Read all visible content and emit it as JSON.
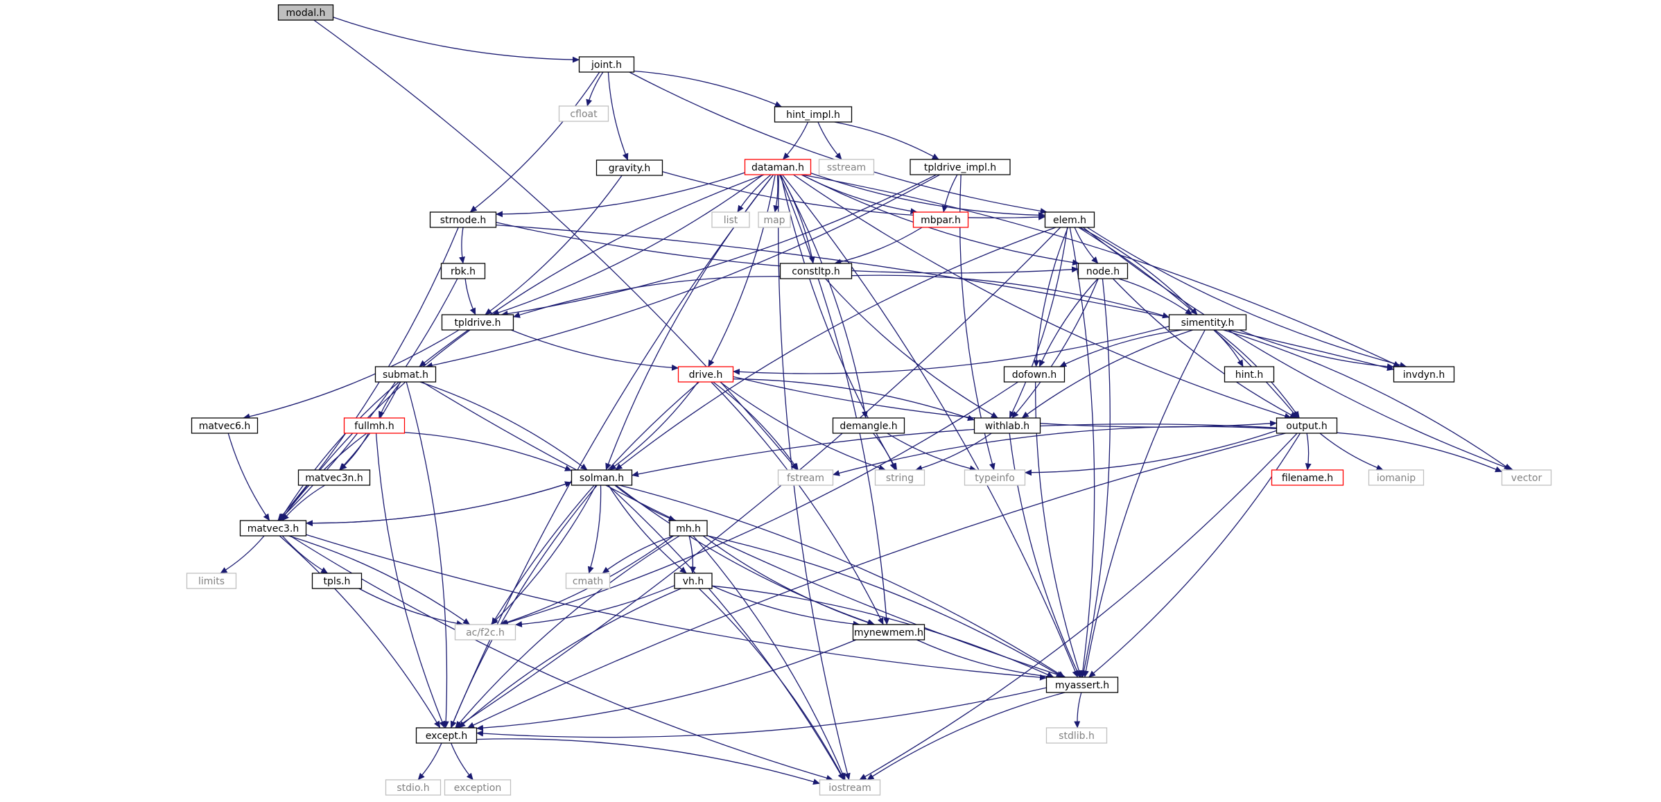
{
  "diagram": {
    "nodes": [
      {
        "id": "modal.h",
        "label": "modal.h",
        "kind": "root"
      },
      {
        "id": "joint.h",
        "label": "joint.h",
        "kind": "normal"
      },
      {
        "id": "cfloat",
        "label": "cfloat",
        "kind": "system"
      },
      {
        "id": "hint_impl.h",
        "label": "hint_impl.h",
        "kind": "normal"
      },
      {
        "id": "gravity.h",
        "label": "gravity.h",
        "kind": "normal"
      },
      {
        "id": "dataman.h",
        "label": "dataman.h",
        "kind": "truncated"
      },
      {
        "id": "sstream",
        "label": "sstream",
        "kind": "system"
      },
      {
        "id": "tpldrive_impl.h",
        "label": "tpldrive_impl.h",
        "kind": "normal"
      },
      {
        "id": "list",
        "label": "list",
        "kind": "system"
      },
      {
        "id": "map",
        "label": "map",
        "kind": "system"
      },
      {
        "id": "mbpar.h",
        "label": "mbpar.h",
        "kind": "truncated"
      },
      {
        "id": "strnode.h",
        "label": "strnode.h",
        "kind": "normal"
      },
      {
        "id": "elem.h",
        "label": "elem.h",
        "kind": "normal"
      },
      {
        "id": "rbk.h",
        "label": "rbk.h",
        "kind": "normal"
      },
      {
        "id": "constltp.h",
        "label": "constltp.h",
        "kind": "normal"
      },
      {
        "id": "node.h",
        "label": "node.h",
        "kind": "normal"
      },
      {
        "id": "tpldrive.h",
        "label": "tpldrive.h",
        "kind": "normal"
      },
      {
        "id": "simentity.h",
        "label": "simentity.h",
        "kind": "normal"
      },
      {
        "id": "submat.h",
        "label": "submat.h",
        "kind": "normal"
      },
      {
        "id": "drive.h",
        "label": "drive.h",
        "kind": "truncated"
      },
      {
        "id": "dofown.h",
        "label": "dofown.h",
        "kind": "normal"
      },
      {
        "id": "hint.h",
        "label": "hint.h",
        "kind": "normal"
      },
      {
        "id": "invdyn.h",
        "label": "invdyn.h",
        "kind": "normal"
      },
      {
        "id": "matvec6.h",
        "label": "matvec6.h",
        "kind": "normal"
      },
      {
        "id": "fullmh.h",
        "label": "fullmh.h",
        "kind": "truncated"
      },
      {
        "id": "demangle.h",
        "label": "demangle.h",
        "kind": "normal"
      },
      {
        "id": "withlab.h",
        "label": "withlab.h",
        "kind": "normal"
      },
      {
        "id": "output.h",
        "label": "output.h",
        "kind": "normal"
      },
      {
        "id": "matvec3n.h",
        "label": "matvec3n.h",
        "kind": "normal"
      },
      {
        "id": "solman.h",
        "label": "solman.h",
        "kind": "normal"
      },
      {
        "id": "fstream",
        "label": "fstream",
        "kind": "system"
      },
      {
        "id": "string",
        "label": "string",
        "kind": "system"
      },
      {
        "id": "typeinfo",
        "label": "typeinfo",
        "kind": "system"
      },
      {
        "id": "filename.h",
        "label": "filename.h",
        "kind": "truncated"
      },
      {
        "id": "iomanip",
        "label": "iomanip",
        "kind": "system"
      },
      {
        "id": "vector",
        "label": "vector",
        "kind": "system"
      },
      {
        "id": "matvec3.h",
        "label": "matvec3.h",
        "kind": "normal"
      },
      {
        "id": "mh.h",
        "label": "mh.h",
        "kind": "normal"
      },
      {
        "id": "limits",
        "label": "limits",
        "kind": "system"
      },
      {
        "id": "tpls.h",
        "label": "tpls.h",
        "kind": "normal"
      },
      {
        "id": "cmath",
        "label": "cmath",
        "kind": "system"
      },
      {
        "id": "vh.h",
        "label": "vh.h",
        "kind": "normal"
      },
      {
        "id": "ac/f2c.h",
        "label": "ac/f2c.h",
        "kind": "system"
      },
      {
        "id": "mynewmem.h",
        "label": "mynewmem.h",
        "kind": "normal"
      },
      {
        "id": "myassert.h",
        "label": "myassert.h",
        "kind": "normal"
      },
      {
        "id": "except.h",
        "label": "except.h",
        "kind": "normal"
      },
      {
        "id": "stdlib.h",
        "label": "stdlib.h",
        "kind": "system"
      },
      {
        "id": "stdio.h",
        "label": "stdio.h",
        "kind": "system"
      },
      {
        "id": "exception",
        "label": "exception",
        "kind": "system"
      },
      {
        "id": "iostream",
        "label": "iostream",
        "kind": "system"
      }
    ],
    "edges": [
      [
        "modal.h",
        "joint.h"
      ],
      [
        "modal.h",
        "fstream"
      ],
      [
        "joint.h",
        "cfloat"
      ],
      [
        "joint.h",
        "hint_impl.h"
      ],
      [
        "joint.h",
        "gravity.h"
      ],
      [
        "joint.h",
        "strnode.h"
      ],
      [
        "joint.h",
        "elem.h"
      ],
      [
        "hint_impl.h",
        "dataman.h"
      ],
      [
        "hint_impl.h",
        "sstream"
      ],
      [
        "hint_impl.h",
        "tpldrive_impl.h"
      ],
      [
        "tpldrive_impl.h",
        "mbpar.h"
      ],
      [
        "tpldrive_impl.h",
        "tpldrive.h"
      ],
      [
        "tpldrive_impl.h",
        "typeinfo"
      ],
      [
        "tpldrive_impl.h",
        "submat.h"
      ],
      [
        "gravity.h",
        "elem.h"
      ],
      [
        "gravity.h",
        "tpldrive.h"
      ],
      [
        "dataman.h",
        "list"
      ],
      [
        "dataman.h",
        "map"
      ],
      [
        "dataman.h",
        "mbpar.h"
      ],
      [
        "dataman.h",
        "strnode.h"
      ],
      [
        "dataman.h",
        "elem.h"
      ],
      [
        "dataman.h",
        "constltp.h"
      ],
      [
        "dataman.h",
        "node.h"
      ],
      [
        "dataman.h",
        "tpldrive.h"
      ],
      [
        "dataman.h",
        "submat.h"
      ],
      [
        "dataman.h",
        "drive.h"
      ],
      [
        "dataman.h",
        "solman.h"
      ],
      [
        "dataman.h",
        "demangle.h"
      ],
      [
        "dataman.h",
        "string"
      ],
      [
        "dataman.h",
        "mynewmem.h"
      ],
      [
        "dataman.h",
        "except.h"
      ],
      [
        "dataman.h",
        "invdyn.h"
      ],
      [
        "dataman.h",
        "output.h"
      ],
      [
        "dataman.h",
        "myassert.h"
      ],
      [
        "dataman.h",
        "iostream"
      ],
      [
        "mbpar.h",
        "constltp.h"
      ],
      [
        "strnode.h",
        "rbk.h"
      ],
      [
        "strnode.h",
        "matvec3.h"
      ],
      [
        "strnode.h",
        "node.h"
      ],
      [
        "strnode.h",
        "invdyn.h"
      ],
      [
        "rbk.h",
        "tpldrive.h"
      ],
      [
        "rbk.h",
        "matvec3.h"
      ],
      [
        "elem.h",
        "node.h"
      ],
      [
        "elem.h",
        "simentity.h"
      ],
      [
        "elem.h",
        "dofown.h"
      ],
      [
        "elem.h",
        "withlab.h"
      ],
      [
        "elem.h",
        "invdyn.h"
      ],
      [
        "elem.h",
        "output.h"
      ],
      [
        "elem.h",
        "vector"
      ],
      [
        "elem.h",
        "myassert.h"
      ],
      [
        "elem.h",
        "solman.h"
      ],
      [
        "elem.h",
        "except.h"
      ],
      [
        "constltp.h",
        "tpldrive.h"
      ],
      [
        "constltp.h",
        "simentity.h"
      ],
      [
        "constltp.h",
        "withlab.h"
      ],
      [
        "node.h",
        "simentity.h"
      ],
      [
        "node.h",
        "dofown.h"
      ],
      [
        "node.h",
        "withlab.h"
      ],
      [
        "node.h",
        "output.h"
      ],
      [
        "node.h",
        "myassert.h"
      ],
      [
        "tpldrive.h",
        "drive.h"
      ],
      [
        "tpldrive.h",
        "matvec6.h"
      ],
      [
        "tpldrive.h",
        "matvec3.h"
      ],
      [
        "simentity.h",
        "drive.h"
      ],
      [
        "simentity.h",
        "dofown.h"
      ],
      [
        "simentity.h",
        "hint.h"
      ],
      [
        "simentity.h",
        "invdyn.h"
      ],
      [
        "simentity.h",
        "output.h"
      ],
      [
        "simentity.h",
        "withlab.h"
      ],
      [
        "simentity.h",
        "vector"
      ],
      [
        "simentity.h",
        "myassert.h"
      ],
      [
        "drive.h",
        "withlab.h"
      ],
      [
        "drive.h",
        "output.h"
      ],
      [
        "drive.h",
        "solman.h"
      ],
      [
        "drive.h",
        "ac/f2c.h"
      ],
      [
        "drive.h",
        "mynewmem.h"
      ],
      [
        "drive.h",
        "string"
      ],
      [
        "drive.h",
        "fstream"
      ],
      [
        "dofown.h",
        "myassert.h"
      ],
      [
        "dofown.h",
        "ac/f2c.h"
      ],
      [
        "submat.h",
        "fullmh.h"
      ],
      [
        "submat.h",
        "matvec3n.h"
      ],
      [
        "submat.h",
        "matvec3.h"
      ],
      [
        "submat.h",
        "solman.h"
      ],
      [
        "submat.h",
        "myassert.h"
      ],
      [
        "submat.h",
        "except.h"
      ],
      [
        "matvec6.h",
        "matvec3.h"
      ],
      [
        "fullmh.h",
        "matvec3n.h"
      ],
      [
        "fullmh.h",
        "matvec3.h"
      ],
      [
        "fullmh.h",
        "solman.h"
      ],
      [
        "fullmh.h",
        "except.h"
      ],
      [
        "demangle.h",
        "string"
      ],
      [
        "demangle.h",
        "typeinfo"
      ],
      [
        "withlab.h",
        "string"
      ],
      [
        "withlab.h",
        "myassert.h"
      ],
      [
        "output.h",
        "filename.h"
      ],
      [
        "output.h",
        "iomanip"
      ],
      [
        "output.h",
        "vector"
      ],
      [
        "output.h",
        "fstream"
      ],
      [
        "output.h",
        "typeinfo"
      ],
      [
        "output.h",
        "solman.h"
      ],
      [
        "output.h",
        "myassert.h"
      ],
      [
        "output.h",
        "except.h"
      ],
      [
        "output.h",
        "iostream"
      ],
      [
        "matvec3n.h",
        "matvec3.h"
      ],
      [
        "solman.h",
        "matvec3.h"
      ],
      [
        "solman.h",
        "mh.h"
      ],
      [
        "solman.h",
        "cmath"
      ],
      [
        "solman.h",
        "vh.h"
      ],
      [
        "solman.h",
        "ac/f2c.h"
      ],
      [
        "solman.h",
        "mynewmem.h"
      ],
      [
        "solman.h",
        "myassert.h"
      ],
      [
        "solman.h",
        "except.h"
      ],
      [
        "solman.h",
        "iostream"
      ],
      [
        "matvec3.h",
        "solman.h"
      ],
      [
        "matvec3.h",
        "limits"
      ],
      [
        "matvec3.h",
        "tpls.h"
      ],
      [
        "matvec3.h",
        "ac/f2c.h"
      ],
      [
        "matvec3.h",
        "myassert.h"
      ],
      [
        "matvec3.h",
        "except.h"
      ],
      [
        "matvec3.h",
        "iostream"
      ],
      [
        "mh.h",
        "vh.h"
      ],
      [
        "mh.h",
        "cmath"
      ],
      [
        "mh.h",
        "ac/f2c.h"
      ],
      [
        "mh.h",
        "mynewmem.h"
      ],
      [
        "mh.h",
        "myassert.h"
      ],
      [
        "mh.h",
        "except.h"
      ],
      [
        "mh.h",
        "iostream"
      ],
      [
        "tpls.h",
        "ac/f2c.h"
      ],
      [
        "vh.h",
        "ac/f2c.h"
      ],
      [
        "vh.h",
        "mynewmem.h"
      ],
      [
        "vh.h",
        "myassert.h"
      ],
      [
        "vh.h",
        "except.h"
      ],
      [
        "vh.h",
        "iostream"
      ],
      [
        "mynewmem.h",
        "myassert.h"
      ],
      [
        "mynewmem.h",
        "except.h"
      ],
      [
        "myassert.h",
        "stdlib.h"
      ],
      [
        "myassert.h",
        "except.h"
      ],
      [
        "myassert.h",
        "iostream"
      ],
      [
        "except.h",
        "stdio.h"
      ],
      [
        "except.h",
        "exception"
      ],
      [
        "except.h",
        "iostream"
      ]
    ]
  },
  "colors": {
    "edge": "#191970",
    "box_border": "#000000",
    "truncated_border": "#ff0000",
    "system_border": "#bfbfbf",
    "root_fill": "#bfbfbf",
    "text": "#000000",
    "system_text": "#808080"
  }
}
